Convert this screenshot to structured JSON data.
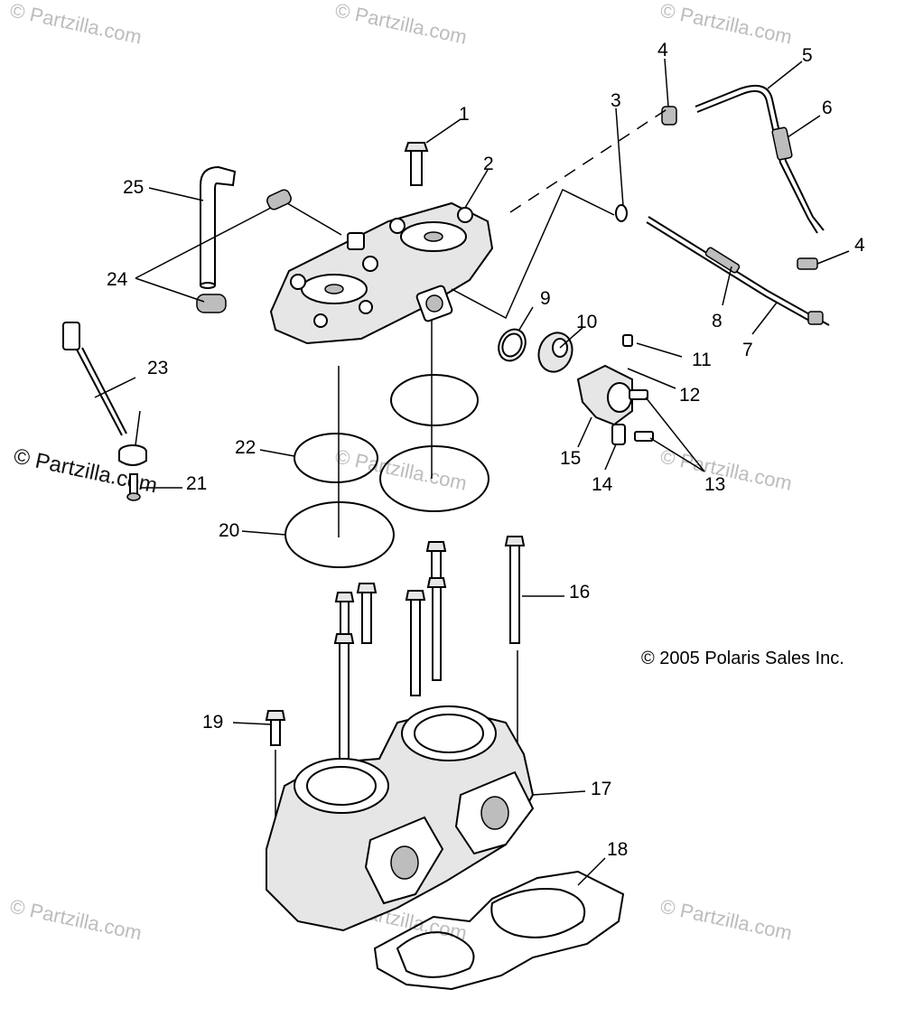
{
  "watermark": {
    "text": "© Partzilla.com"
  },
  "copyright": "© 2005 Polaris Sales Inc.",
  "callouts": [
    {
      "label": "1"
    },
    {
      "label": "2"
    },
    {
      "label": "3"
    },
    {
      "label": "4"
    },
    {
      "label": "4"
    },
    {
      "label": "5"
    },
    {
      "label": "6"
    },
    {
      "label": "7"
    },
    {
      "label": "8"
    },
    {
      "label": "9"
    },
    {
      "label": "10"
    },
    {
      "label": "11"
    },
    {
      "label": "12"
    },
    {
      "label": "13"
    },
    {
      "label": "14"
    },
    {
      "label": "15"
    },
    {
      "label": "16"
    },
    {
      "label": "17"
    },
    {
      "label": "18"
    },
    {
      "label": "19"
    },
    {
      "label": "20"
    },
    {
      "label": "21"
    },
    {
      "label": "22"
    },
    {
      "label": "23"
    },
    {
      "label": "24"
    },
    {
      "label": "25"
    }
  ],
  "colors": {
    "line": "#000000",
    "watermark": "#bcbcbc",
    "background": "#ffffff"
  }
}
